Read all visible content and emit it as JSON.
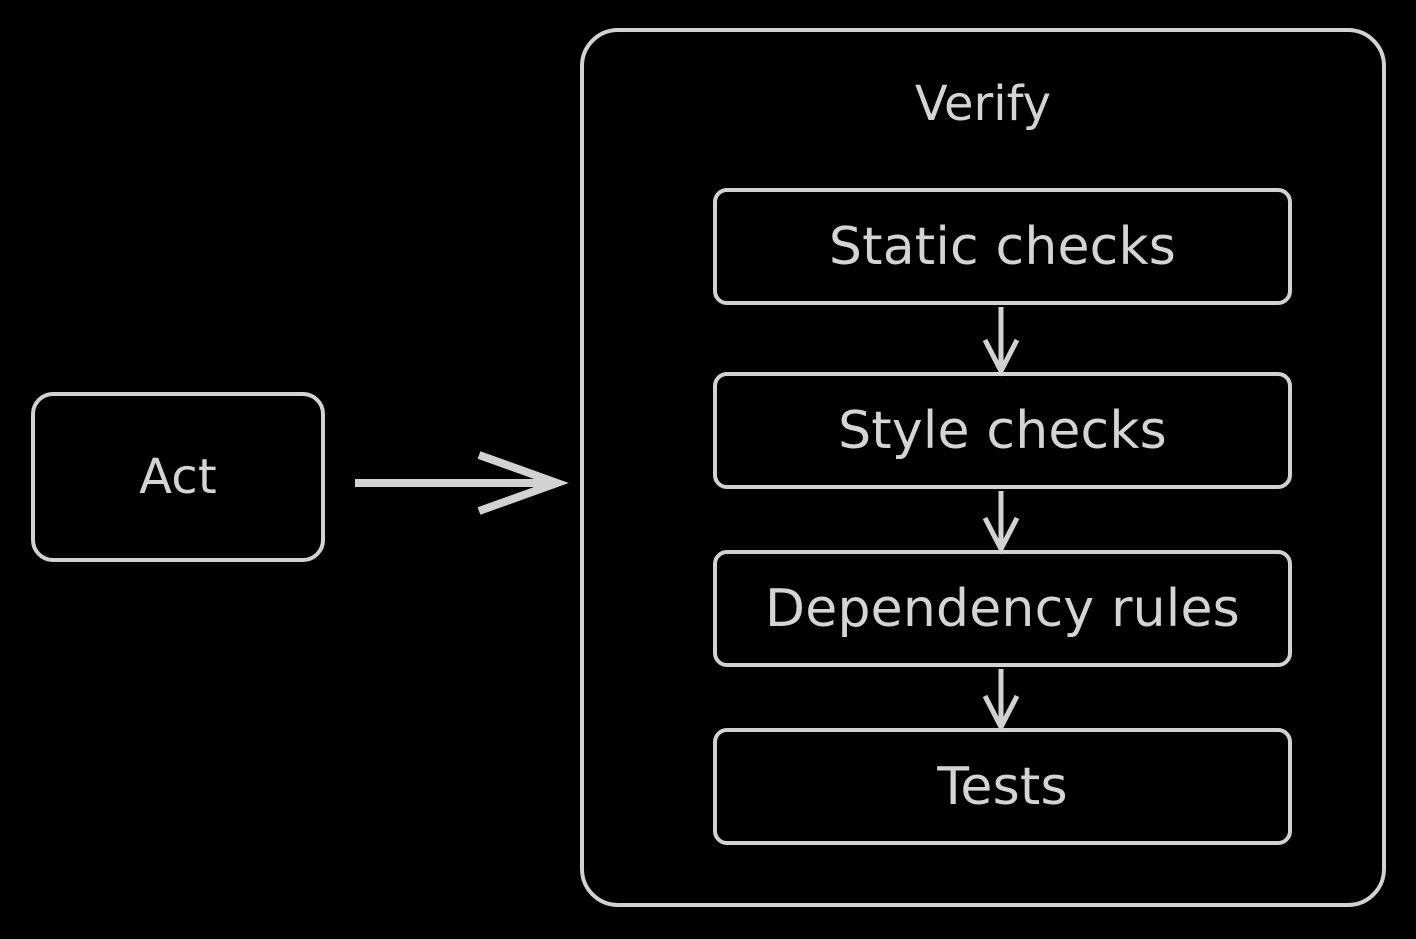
{
  "diagram": {
    "type": "flowchart",
    "background_color": "#000000",
    "stroke_color": "#d2d2d2",
    "text_color": "#d4d4d4",
    "nodes": [
      {
        "id": "act",
        "label": "Act",
        "shape": "rounded-rect"
      },
      {
        "id": "static_checks",
        "label": "Static checks",
        "shape": "rounded-rect"
      },
      {
        "id": "style_checks",
        "label": "Style checks",
        "shape": "rounded-rect"
      },
      {
        "id": "dependency_rules",
        "label": "Dependency rules",
        "shape": "rounded-rect"
      },
      {
        "id": "tests",
        "label": "Tests",
        "shape": "rounded-rect"
      }
    ],
    "clusters": [
      {
        "id": "verify",
        "label": "Verify",
        "contains": [
          "static_checks",
          "style_checks",
          "dependency_rules",
          "tests"
        ]
      }
    ],
    "edges": [
      {
        "from": "act",
        "to": "verify",
        "direction": "right",
        "arrowhead": "open-vee"
      },
      {
        "from": "static_checks",
        "to": "style_checks",
        "direction": "down",
        "arrowhead": "open-vee"
      },
      {
        "from": "style_checks",
        "to": "dependency_rules",
        "direction": "down",
        "arrowhead": "open-vee"
      },
      {
        "from": "dependency_rules",
        "to": "tests",
        "direction": "down",
        "arrowhead": "open-vee"
      }
    ]
  },
  "labels": {
    "act": "Act",
    "verify": "Verify",
    "static_checks": "Static checks",
    "style_checks": "Style checks",
    "dependency_rules": "Dependency rules",
    "tests": "Tests"
  }
}
